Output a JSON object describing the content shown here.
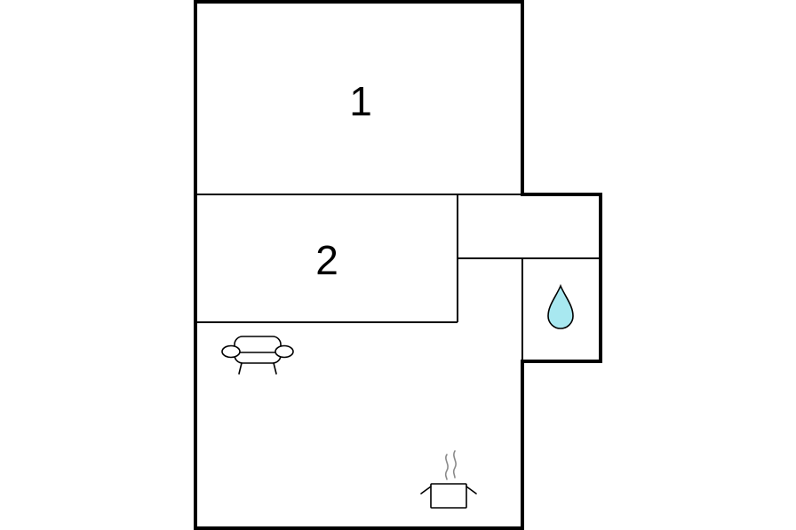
{
  "rooms": [
    {
      "id": "room-1",
      "label": "1"
    },
    {
      "id": "room-2",
      "label": "2"
    }
  ],
  "icons": {
    "living": "sofa-icon",
    "kitchen": "cooking-pot-icon",
    "bathroom": "water-drop-icon"
  },
  "colors": {
    "wall": "#000000",
    "background": "#ffffff",
    "water_drop": "#a8e8f0",
    "steam": "#8a8a8a"
  }
}
